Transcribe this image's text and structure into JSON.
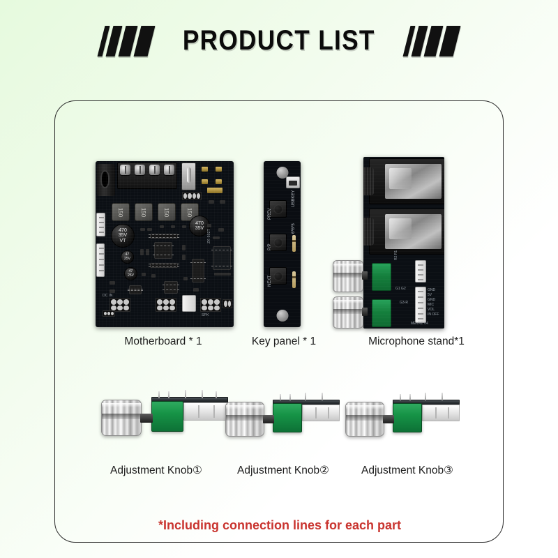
{
  "page": {
    "title": "PRODUCT LIST",
    "background_start": "#e6fade",
    "background_end": "#ffffff",
    "accent_red": "#c9342f"
  },
  "products": {
    "row1": [
      {
        "label": "Motherboard * 1",
        "name": "motherboard"
      },
      {
        "label": "Key panel * 1",
        "name": "key-panel"
      },
      {
        "label": "Microphone stand*1",
        "name": "microphone-stand"
      }
    ],
    "row2": [
      {
        "label": "Adjustment Knob①",
        "name": "adjustment-knob-1"
      },
      {
        "label": "Adjustment Knob②",
        "name": "adjustment-knob-2"
      },
      {
        "label": "Adjustment Knob③",
        "name": "adjustment-knob-3"
      }
    ]
  },
  "footer": {
    "note": "*Including connection lines for each part"
  },
  "motherboard_silk": {
    "cap_main": "470\n35V\nVT",
    "cap_right": "470\n35V\nVT",
    "inductor": "150",
    "board_code": "ZK-502T",
    "conn_1": "DC IN",
    "conn_2": "SPK"
  },
  "keypanel_silk": {
    "btn1": "PREV",
    "btn2": "P/P",
    "btn3": "NEXT",
    "usb": "USBKEY",
    "size": "6*6*5"
  },
  "micstand_silk": {
    "board_code": "MEVR2   V4",
    "gnd_labels": "GND\n5V\nGND\nMIC\nVOL\nIN OFF",
    "mark1": "G1 G2",
    "mark2": "G3-R"
  }
}
